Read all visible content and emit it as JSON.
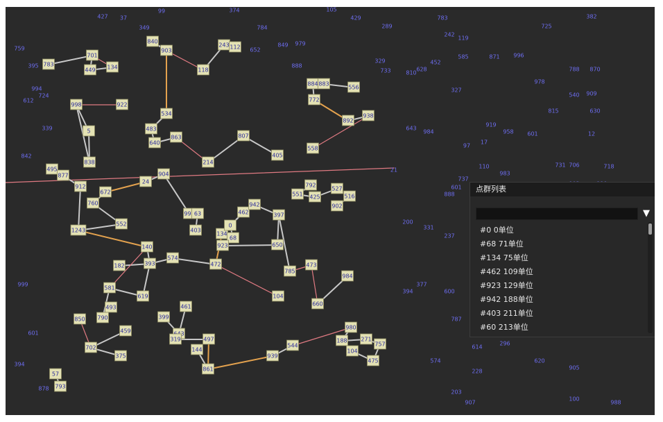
{
  "colors": {
    "background": "#2a2a2a",
    "node_fill": "#e4e2b4",
    "edge_light": "#c8c8c8",
    "edge_pink": "#e07a82",
    "edge_orange": "#e4a24e",
    "edge_dark_red": "#8a1a1a"
  },
  "graph": {
    "nodes": [
      {
        "id": "n783",
        "label": "783"
      },
      {
        "id": "n701",
        "label": "701"
      },
      {
        "id": "n449",
        "label": "449"
      },
      {
        "id": "n134a",
        "label": "134"
      },
      {
        "id": "n998",
        "label": "998"
      },
      {
        "id": "n922",
        "label": "922"
      },
      {
        "id": "n5",
        "label": "5"
      },
      {
        "id": "n838",
        "label": "838"
      },
      {
        "id": "n840",
        "label": "840"
      },
      {
        "id": "n903",
        "label": "903"
      },
      {
        "id": "n118",
        "label": "118"
      },
      {
        "id": "n243",
        "label": "243"
      },
      {
        "id": "n112",
        "label": "112"
      },
      {
        "id": "n534",
        "label": "534"
      },
      {
        "id": "n483",
        "label": "483"
      },
      {
        "id": "n640",
        "label": "640"
      },
      {
        "id": "n863",
        "label": "863"
      },
      {
        "id": "n214",
        "label": "214"
      },
      {
        "id": "n807",
        "label": "807"
      },
      {
        "id": "n405",
        "label": "405"
      },
      {
        "id": "n884",
        "label": "884"
      },
      {
        "id": "n883",
        "label": "883"
      },
      {
        "id": "n772",
        "label": "772"
      },
      {
        "id": "n556",
        "label": "556"
      },
      {
        "id": "n892",
        "label": "892"
      },
      {
        "id": "n938",
        "label": "938"
      },
      {
        "id": "n558",
        "label": "558"
      },
      {
        "id": "n495",
        "label": "495"
      },
      {
        "id": "n877",
        "label": "877"
      },
      {
        "id": "n912",
        "label": "912"
      },
      {
        "id": "n672",
        "label": "672"
      },
      {
        "id": "n760",
        "label": "760"
      },
      {
        "id": "n552",
        "label": "552"
      },
      {
        "id": "n1243",
        "label": "1243"
      },
      {
        "id": "n24",
        "label": "24"
      },
      {
        "id": "n904",
        "label": "904"
      },
      {
        "id": "n997",
        "label": "997"
      },
      {
        "id": "n63",
        "label": "63"
      },
      {
        "id": "n403",
        "label": "403"
      },
      {
        "id": "n462",
        "label": "462"
      },
      {
        "id": "n942",
        "label": "942"
      },
      {
        "id": "n397",
        "label": "397"
      },
      {
        "id": "n134",
        "label": "134"
      },
      {
        "id": "n0",
        "label": "0"
      },
      {
        "id": "n68",
        "label": "68"
      },
      {
        "id": "n923",
        "label": "923"
      },
      {
        "id": "n650",
        "label": "650"
      },
      {
        "id": "n792",
        "label": "792"
      },
      {
        "id": "n551",
        "label": "551"
      },
      {
        "id": "n425",
        "label": "425"
      },
      {
        "id": "n527",
        "label": "527"
      },
      {
        "id": "n516",
        "label": "516"
      },
      {
        "id": "n902",
        "label": "902"
      },
      {
        "id": "n140",
        "label": "140"
      },
      {
        "id": "n182",
        "label": "182"
      },
      {
        "id": "n393",
        "label": "393"
      },
      {
        "id": "n574",
        "label": "574"
      },
      {
        "id": "n472",
        "label": "472"
      },
      {
        "id": "n785",
        "label": "785"
      },
      {
        "id": "n473",
        "label": "473"
      },
      {
        "id": "n581",
        "label": "581"
      },
      {
        "id": "n619",
        "label": "619"
      },
      {
        "id": "n104",
        "label": "104"
      },
      {
        "id": "n660",
        "label": "660"
      },
      {
        "id": "n984",
        "label": "984"
      },
      {
        "id": "n493",
        "label": "493"
      },
      {
        "id": "n790",
        "label": "790"
      },
      {
        "id": "n850",
        "label": "850"
      },
      {
        "id": "n459",
        "label": "459"
      },
      {
        "id": "n702",
        "label": "702"
      },
      {
        "id": "n375",
        "label": "375"
      },
      {
        "id": "n57",
        "label": "57"
      },
      {
        "id": "n793",
        "label": "793"
      },
      {
        "id": "n399",
        "label": "399"
      },
      {
        "id": "n461",
        "label": "461"
      },
      {
        "id": "n643",
        "label": "643"
      },
      {
        "id": "n319",
        "label": "319"
      },
      {
        "id": "n497",
        "label": "497"
      },
      {
        "id": "n144",
        "label": "144"
      },
      {
        "id": "n861",
        "label": "861"
      },
      {
        "id": "n939",
        "label": "939"
      },
      {
        "id": "n544",
        "label": "544"
      },
      {
        "id": "n980",
        "label": "980"
      },
      {
        "id": "n188",
        "label": "188"
      },
      {
        "id": "n271",
        "label": "271"
      },
      {
        "id": "n757",
        "label": "757"
      },
      {
        "id": "n104b",
        "label": "104"
      },
      {
        "id": "n475",
        "label": "475"
      }
    ],
    "small_labels": [
      "427",
      "37",
      "349",
      "99",
      "374",
      "784",
      "105",
      "429",
      "289",
      "783",
      "242",
      "119",
      "725",
      "382",
      "759",
      "395",
      "994",
      "724",
      "612",
      "339",
      "842",
      "652",
      "849",
      "979",
      "888",
      "329",
      "733",
      "810",
      "628",
      "452",
      "585",
      "871",
      "996",
      "978",
      "788",
      "870",
      "540",
      "909",
      "815",
      "630",
      "327",
      "919",
      "958",
      "601",
      "12",
      "731",
      "706",
      "718",
      "17",
      "97",
      "110",
      "983",
      "643",
      "984",
      "21",
      "601",
      "737",
      "888",
      "331",
      "237",
      "200",
      "377",
      "600",
      "394",
      "787",
      "614",
      "296",
      "620",
      "574",
      "228",
      "203",
      "907",
      "905",
      "100",
      "988",
      "119",
      "903",
      "394",
      "878",
      "601",
      "999"
    ]
  },
  "panel": {
    "title": "点群列表",
    "search_value": "",
    "dropdown_icon": "triangle-down",
    "items": [
      {
        "label": "#0  0单位"
      },
      {
        "label": "#68  71单位"
      },
      {
        "label": "#134  75单位"
      },
      {
        "label": "#462  109单位"
      },
      {
        "label": "#923  129单位"
      },
      {
        "label": "#942  188单位"
      },
      {
        "label": "#403  211单位"
      },
      {
        "label": "#60  213单位"
      }
    ]
  }
}
